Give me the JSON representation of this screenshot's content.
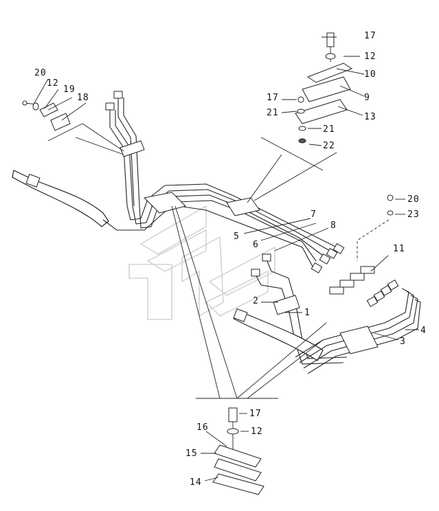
{
  "callouts": [
    {
      "id": "c20a",
      "text": "20"
    },
    {
      "id": "c12a",
      "text": "12"
    },
    {
      "id": "c19",
      "text": "19"
    },
    {
      "id": "c18",
      "text": "18"
    },
    {
      "id": "c17a",
      "text": "17"
    },
    {
      "id": "c12b",
      "text": "12"
    },
    {
      "id": "c10",
      "text": "10"
    },
    {
      "id": "c9",
      "text": "9"
    },
    {
      "id": "c17b",
      "text": "17"
    },
    {
      "id": "c21a",
      "text": "21"
    },
    {
      "id": "c13",
      "text": "13"
    },
    {
      "id": "c21b",
      "text": "21"
    },
    {
      "id": "c22",
      "text": "22"
    },
    {
      "id": "c20b",
      "text": "20"
    },
    {
      "id": "c23",
      "text": "23"
    },
    {
      "id": "c7",
      "text": "7"
    },
    {
      "id": "c8",
      "text": "8"
    },
    {
      "id": "c5",
      "text": "5"
    },
    {
      "id": "c6",
      "text": "6"
    },
    {
      "id": "c11",
      "text": "11"
    },
    {
      "id": "c2",
      "text": "2"
    },
    {
      "id": "c1",
      "text": "1"
    },
    {
      "id": "c4",
      "text": "4"
    },
    {
      "id": "c3",
      "text": "3"
    },
    {
      "id": "c17c",
      "text": "17"
    },
    {
      "id": "c12c",
      "text": "12"
    },
    {
      "id": "c16",
      "text": "16"
    },
    {
      "id": "c15",
      "text": "15"
    },
    {
      "id": "c14",
      "text": "14"
    }
  ]
}
